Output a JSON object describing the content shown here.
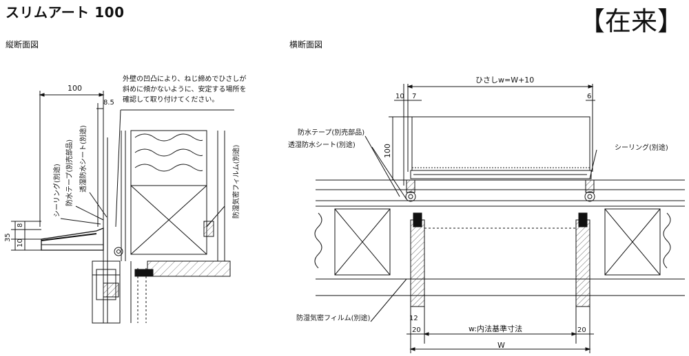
{
  "title": "スリムアート 100",
  "badge": "【在来】",
  "vertical": {
    "heading": "縦断面図",
    "note": [
      "外壁の凹凸により、ねじ締めでひさしが",
      "斜めに傾かないように、安定する場所を",
      "確認して取り付けてください。"
    ],
    "dim_100": "100",
    "dim_8_5": "8.5",
    "dim_35": "35",
    "dim_8": "8",
    "dim_10": "10",
    "label_sealing": "シーリング(別途)",
    "label_tape": "防水テープ(別売部品)",
    "label_sheet": "透湿防水シート(別途)",
    "label_film": "防湿気密フィルム(別途)"
  },
  "horizontal": {
    "heading": "横断面図",
    "dim_hisashi": "ひさしw=W+10",
    "dim_10": "10",
    "dim_7": "7",
    "dim_6": "6",
    "dim_100": "100",
    "dim_12": "12",
    "dim_20_left": "20",
    "dim_20_right": "20",
    "dim_w": "w:内法基準寸法",
    "dim_W": "W",
    "label_tape": "防水テープ(別売部品)",
    "label_sheet": "透湿防水シート(別途)",
    "label_sealing": "シーリング(別途)",
    "label_film": "防湿気密フィルム(別途)"
  }
}
